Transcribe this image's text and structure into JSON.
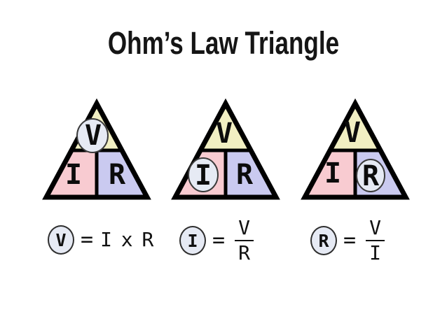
{
  "slide": {
    "title": "Ohm’s Law Triangle"
  },
  "colors": {
    "voltage_section": "#F1EFC2",
    "current_section": "#F8CBD1",
    "resistance_section": "#CACAF0",
    "highlight_circle_fill": "#E6EAF4",
    "outline": "#000000"
  },
  "triangles": [
    {
      "top": "V",
      "bottom_left": "I",
      "bottom_right": "R",
      "highlighted": "V"
    },
    {
      "top": "V",
      "bottom_left": "I",
      "bottom_right": "R",
      "highlighted": "I"
    },
    {
      "top": "V",
      "bottom_left": "I",
      "bottom_right": "R",
      "highlighted": "R"
    }
  ],
  "formulas": [
    {
      "result": "V",
      "equals": "=",
      "expression": "I x R"
    },
    {
      "result": "I",
      "equals": "=",
      "numerator": "V",
      "denominator": "R"
    },
    {
      "result": "R",
      "equals": "=",
      "numerator": "V",
      "denominator": "I"
    }
  ]
}
